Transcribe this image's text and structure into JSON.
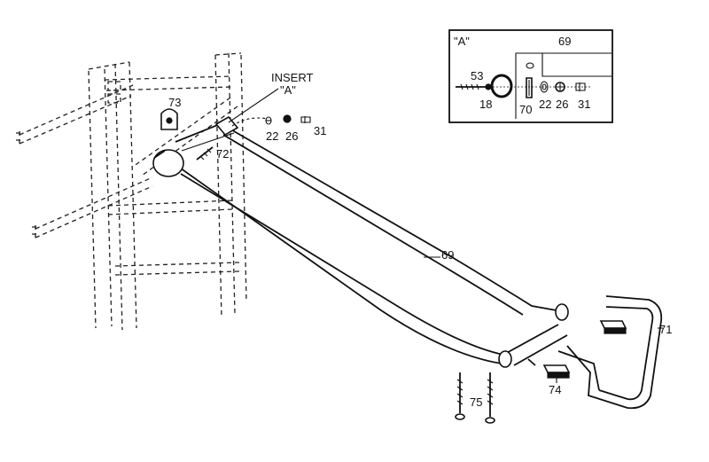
{
  "insert_label": "INSERT",
  "insert_sub": "\"A\"",
  "inset": {
    "title": "\"A\"",
    "labels": {
      "p69": "69",
      "p53": "53",
      "p18": "18",
      "p70": "70",
      "p22": "22",
      "p26": "26",
      "p31": "31"
    }
  },
  "parts": {
    "p73": "73",
    "p72": "72",
    "p22": "22",
    "p26": "26",
    "p31": "31",
    "p69": "69",
    "p71": "71",
    "p74": "74",
    "p75": "75"
  }
}
